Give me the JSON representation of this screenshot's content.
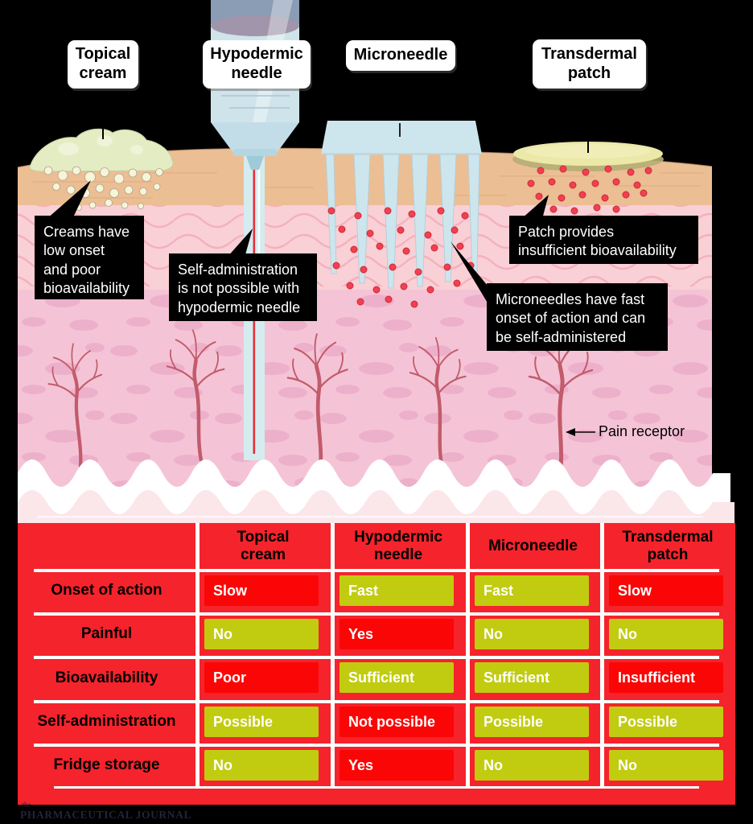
{
  "top_labels": [
    {
      "label": "Topical\ncream"
    },
    {
      "label": "Hypodermic\nneedle"
    },
    {
      "label": "Microneedle"
    },
    {
      "label": "Transdermal\npatch"
    }
  ],
  "annotations": [
    {
      "text": "Creams have\nlow onset\nand poor\nbioavailability"
    },
    {
      "text": "Self-administration\nis not possible with\nhypodermic needle"
    },
    {
      "text": "Patch provides\ninsufficient bioavailability"
    },
    {
      "text": "Microneedles have fast\nonset of action and can\nbe self-administered"
    }
  ],
  "diagram": {
    "pain_receptor_label": "Pain receptor",
    "illustration_parts": [
      "topical-cream-blob",
      "hypodermic-syringe",
      "microneedle-array",
      "transdermal-patch",
      "skin-epidermis",
      "skin-dermis",
      "skin-subcutis",
      "pain-receptors",
      "drug-particles"
    ]
  },
  "table": {
    "columns": [
      "Topical\ncream",
      "Hypodermic\nneedle",
      "Microneedle",
      "Transdermal\npatch"
    ],
    "rows": [
      {
        "label": "Onset of action",
        "values": [
          {
            "text": "Slow",
            "status": "negative"
          },
          {
            "text": "Fast",
            "status": "positive"
          },
          {
            "text": "Fast",
            "status": "positive"
          },
          {
            "text": "Slow",
            "status": "negative"
          }
        ]
      },
      {
        "label": "Painful",
        "values": [
          {
            "text": "No",
            "status": "positive"
          },
          {
            "text": "Yes",
            "status": "negative"
          },
          {
            "text": "No",
            "status": "positive"
          },
          {
            "text": "No",
            "status": "positive"
          }
        ]
      },
      {
        "label": "Bioavailability",
        "values": [
          {
            "text": "Poor",
            "status": "negative"
          },
          {
            "text": "Sufficient",
            "status": "positive"
          },
          {
            "text": "Sufficient",
            "status": "positive"
          },
          {
            "text": "Insufficient",
            "status": "negative"
          }
        ]
      },
      {
        "label": "Self-administration",
        "values": [
          {
            "text": "Possible",
            "status": "positive"
          },
          {
            "text": "Not possible",
            "status": "negative"
          },
          {
            "text": "Possible",
            "status": "positive"
          },
          {
            "text": "Possible",
            "status": "positive"
          }
        ]
      },
      {
        "label": "Fridge storage",
        "values": [
          {
            "text": "No",
            "status": "positive"
          },
          {
            "text": "Yes",
            "status": "negative"
          },
          {
            "text": "No",
            "status": "positive"
          },
          {
            "text": "No",
            "status": "positive"
          }
        ]
      }
    ]
  },
  "footer": {
    "publisher_small": "the",
    "publisher": "PHARMACEUTICAL JOURNAL"
  },
  "colors": {
    "background": "#000000",
    "table_background": "#f5232b",
    "negative_box": "#fb0606",
    "positive_box": "#c1cc10",
    "label_box": "#ffffff",
    "annotation_box": "#000000",
    "epidermis": "#ecbe94",
    "dermis": "#f9d0d6",
    "subcutis": "#f4c4d6",
    "device_blue": "#cde6ee",
    "patch_yellow": "#ebe8a8",
    "drug_dot_red": "#ef4150",
    "cream_green": "#e4ecc3",
    "receptor_rose": "#c25b6b"
  }
}
